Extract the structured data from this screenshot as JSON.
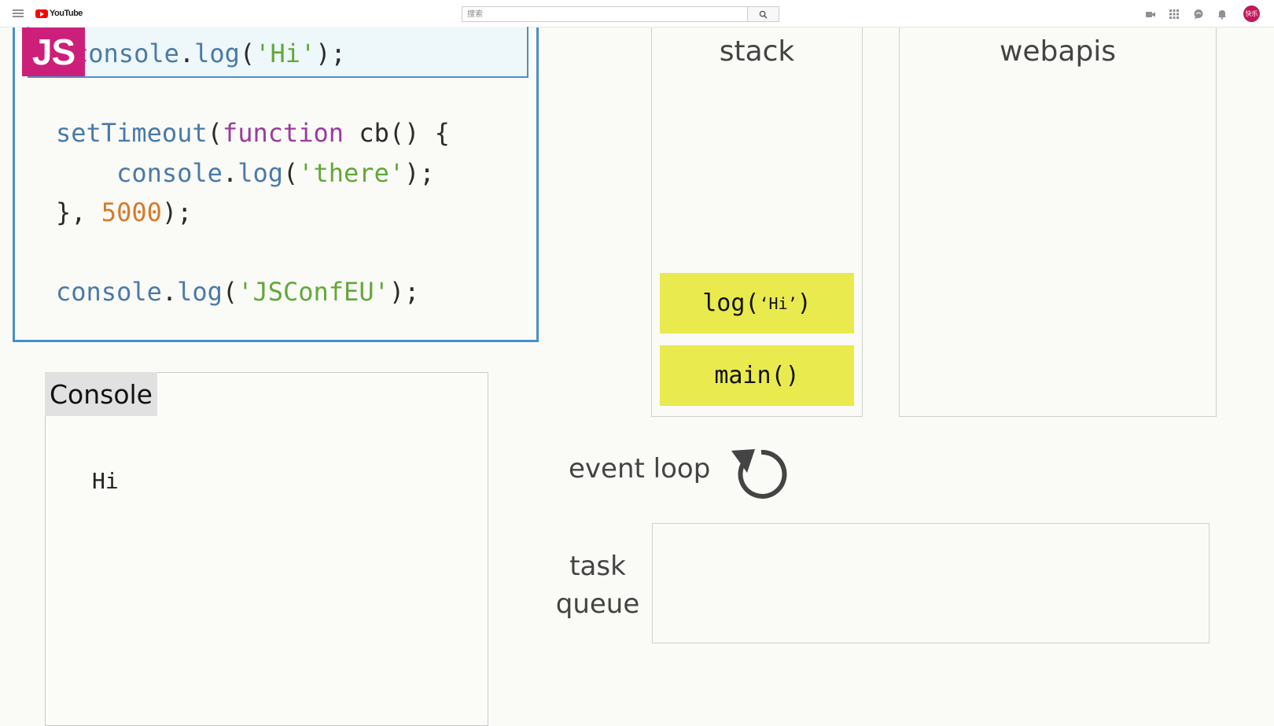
{
  "youtube": {
    "brand": "YouTube",
    "search_placeholder": "搜索",
    "avatar_text": "快乐"
  },
  "slide": {
    "js_logo": "JS",
    "code": {
      "line1": {
        "id": "console",
        "dot": ".",
        "fn": "log",
        "open": "(",
        "str": "'Hi'",
        "close": ");"
      },
      "line2": {
        "id": "setTimeout",
        "open": "(",
        "kw": "function",
        "rest": " cb() {"
      },
      "line3": {
        "indent": "    ",
        "id": "console",
        "dot": ".",
        "fn": "log",
        "open": "(",
        "str": "'there'",
        "close": ");"
      },
      "line4": {
        "start": "}, ",
        "num": "5000",
        "end": ");"
      },
      "line5": {
        "id": "console",
        "dot": ".",
        "fn": "log",
        "open": "(",
        "str": "'JSConfEU'",
        "close": ");"
      }
    },
    "console": {
      "title": "Console",
      "lines": [
        "Hi"
      ]
    },
    "stack": {
      "title": "stack",
      "frames": [
        {
          "pre": "log(",
          "arg": "‘Hi’",
          "post": ")"
        },
        {
          "label": "main()"
        }
      ]
    },
    "webapis": {
      "title": "webapis"
    },
    "event_loop": {
      "label": "event loop"
    },
    "task_queue": {
      "line1": "task",
      "line2": "queue"
    }
  },
  "colors": {
    "js_logo_bg": "#cc1f7a",
    "frame_bg": "#e9ea4e",
    "code_border": "#4a90c8",
    "yt_red": "#ff0000"
  }
}
